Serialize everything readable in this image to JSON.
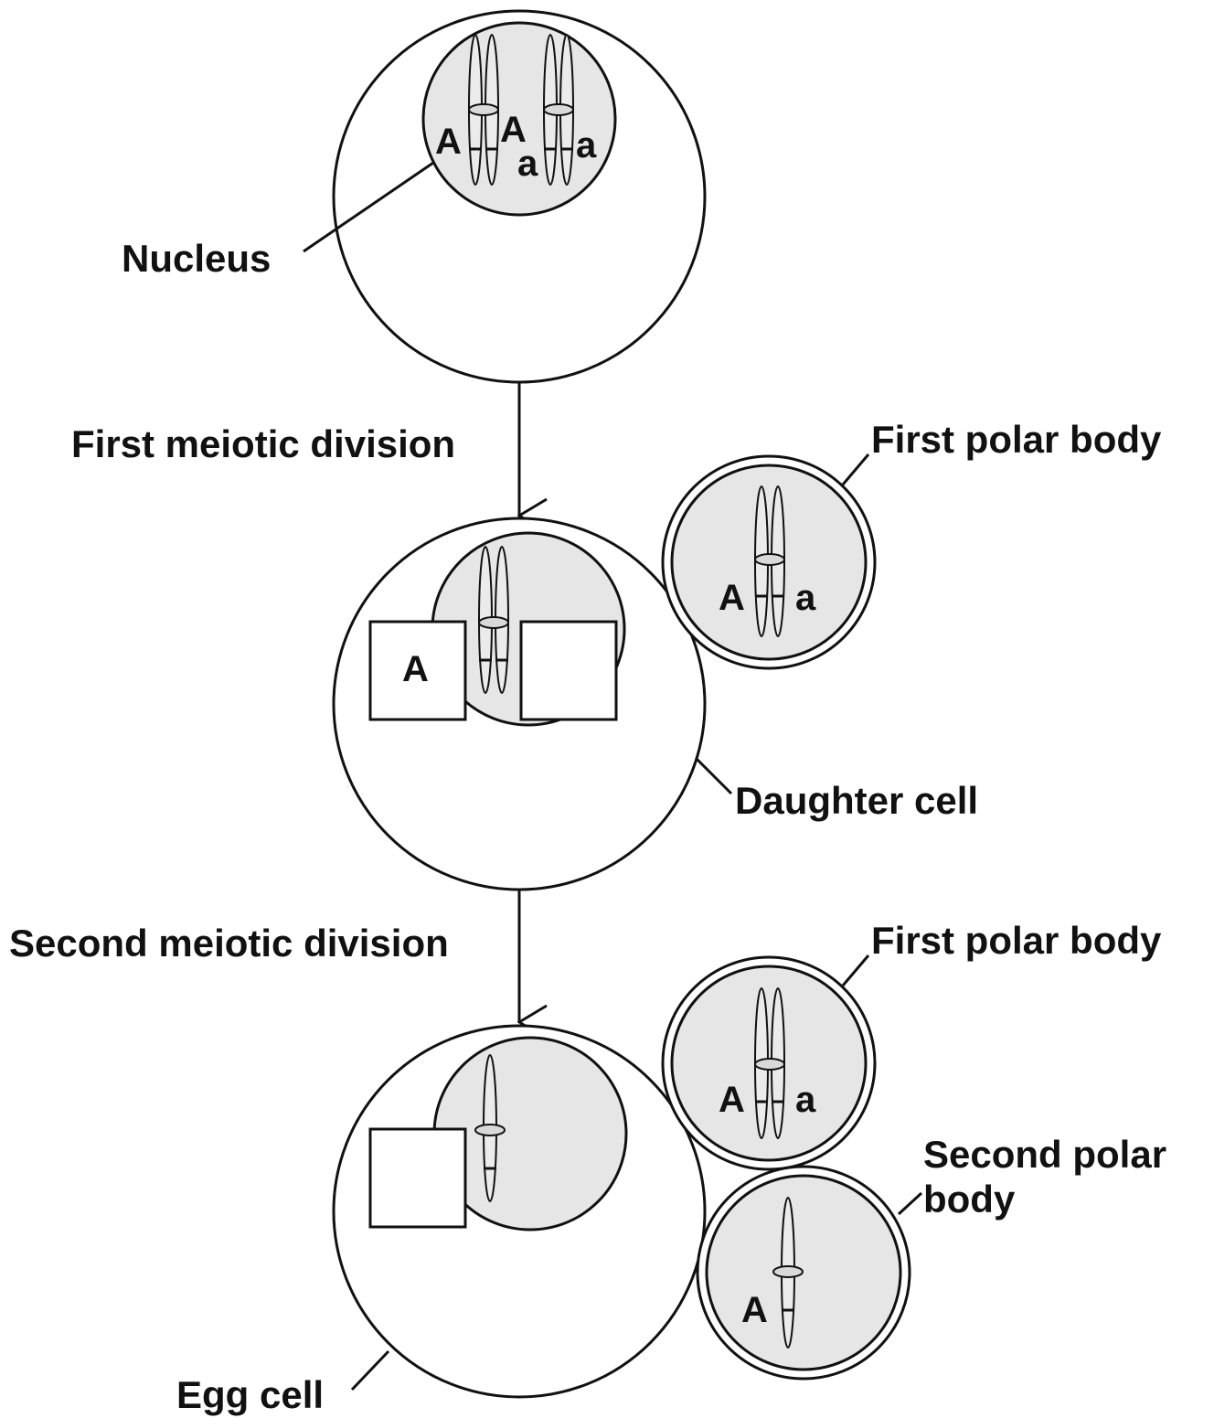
{
  "labels": {
    "nucleus": "Nucleus",
    "first_division": "First meiotic division",
    "second_division": "Second meiotic division",
    "first_polar_body_1": "First polar body",
    "first_polar_body_2": "First polar body",
    "daughter_cell": "Daughter cell",
    "second_polar_body_line1": "Second polar",
    "second_polar_body_line2": "body",
    "egg_cell": "Egg cell"
  },
  "alleles": {
    "primary_left_A": "A",
    "primary_mid_A": "A",
    "primary_mid_a": "a",
    "primary_right_a": "a",
    "daughter_box_left": "A",
    "daughter_box_right": "",
    "polar1_top_A": "A",
    "polar1_top_a": "a",
    "polar1_bottom_A": "A",
    "polar1_bottom_a": "a",
    "egg_box": "",
    "polar2_A": "A"
  },
  "colors": {
    "nucleus_fill": "#e6e6e6",
    "line": "#111111"
  }
}
